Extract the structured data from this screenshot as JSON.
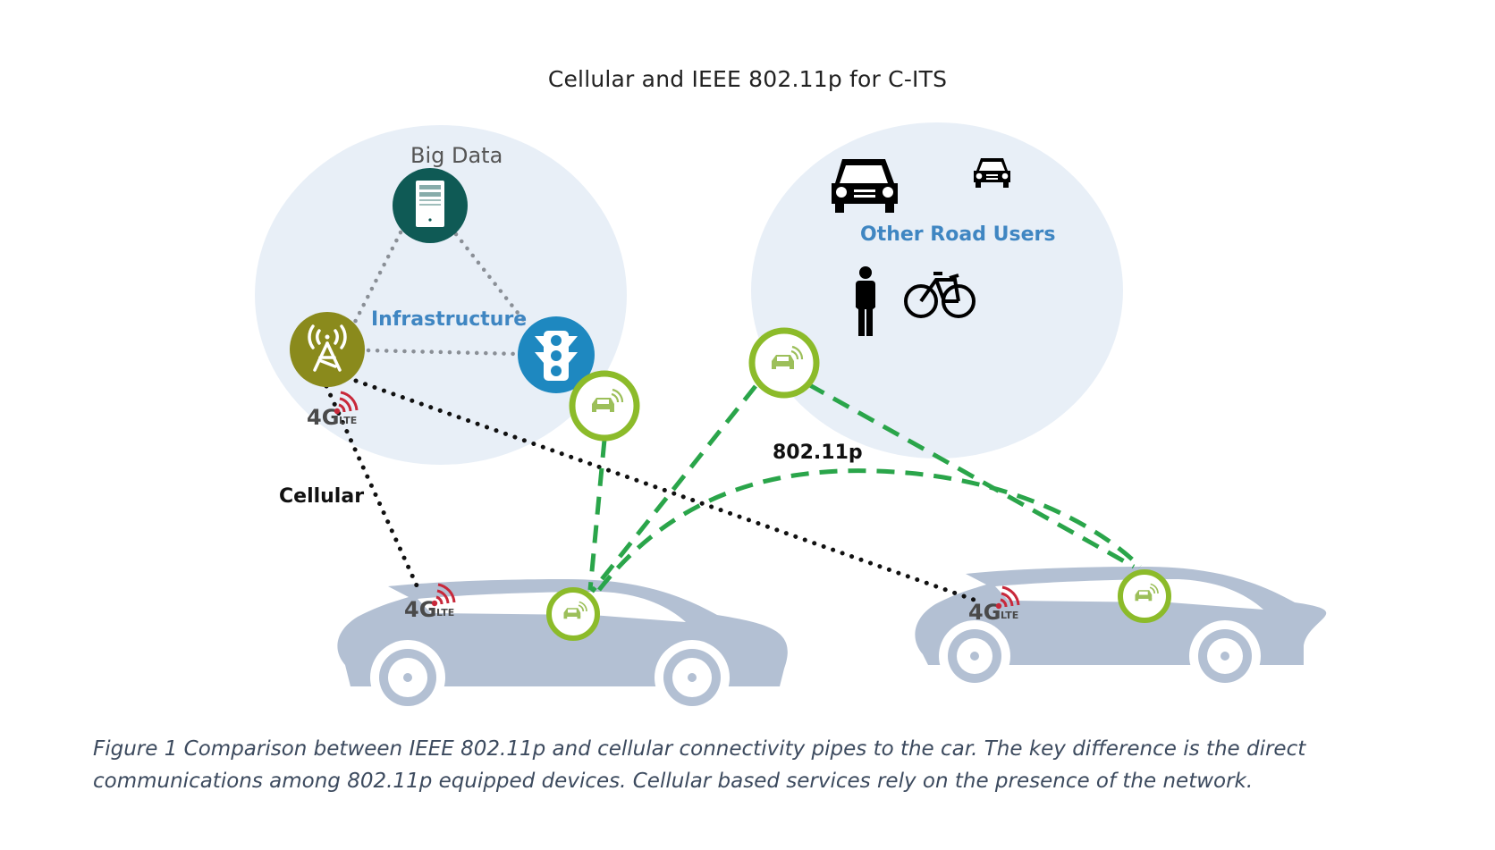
{
  "figure": {
    "title": "Cellular and IEEE 802.11p for C-ITS",
    "caption_line1": "Figure 1 Comparison between IEEE 802.11p and cellular connectivity pipes to the car. The key difference is the direct",
    "caption_line2": "communications among 802.11p equipped devices. Cellular based services rely on the presence of the network."
  },
  "groups": {
    "infrastructure": {
      "label": "Infrastructure",
      "node_label_big_data": "Big Data"
    },
    "other_road_users": {
      "label": "Other Road Users"
    }
  },
  "nodes": [
    {
      "id": "big-data",
      "icon": "server-icon",
      "label": "Big Data"
    },
    {
      "id": "cell-tower",
      "icon": "cell-tower-icon",
      "badge": "4G LTE"
    },
    {
      "id": "traffic-light",
      "icon": "traffic-light-icon"
    },
    {
      "id": "v2x-infrastructure",
      "icon": "connected-car-icon"
    },
    {
      "id": "v2x-road-users",
      "icon": "connected-car-icon"
    },
    {
      "id": "car-left",
      "icon": "car-silhouette",
      "badges": [
        "4G LTE",
        "connected-car"
      ]
    },
    {
      "id": "car-right",
      "icon": "car-silhouette",
      "badges": [
        "4G LTE",
        "connected-car"
      ]
    }
  ],
  "road_user_icons": [
    "car-front-icon-large",
    "car-front-icon-small",
    "pedestrian-icon",
    "bicycle-icon"
  ],
  "links": {
    "cellular_label": "Cellular",
    "wifi_label": "802.11p",
    "lte_badge_main": "4G",
    "lte_badge_sub": "LTE"
  },
  "colors": {
    "bubble": "#e8eff7",
    "server": "#0f5a55",
    "tower": "#8a8a1c",
    "traffic_light": "#1e88c0",
    "v2x_ring": "#8cbb2a",
    "v2x_glyph": "#9cbf5a",
    "wifi_link": "#2aa54a",
    "cellular_link": "#111111",
    "infra_link": "#8a8f96",
    "label_blue": "#3f86c2",
    "car_body": "#b3c0d3",
    "lte_red": "#c8283a",
    "lte_gray": "#4a4a4a"
  }
}
